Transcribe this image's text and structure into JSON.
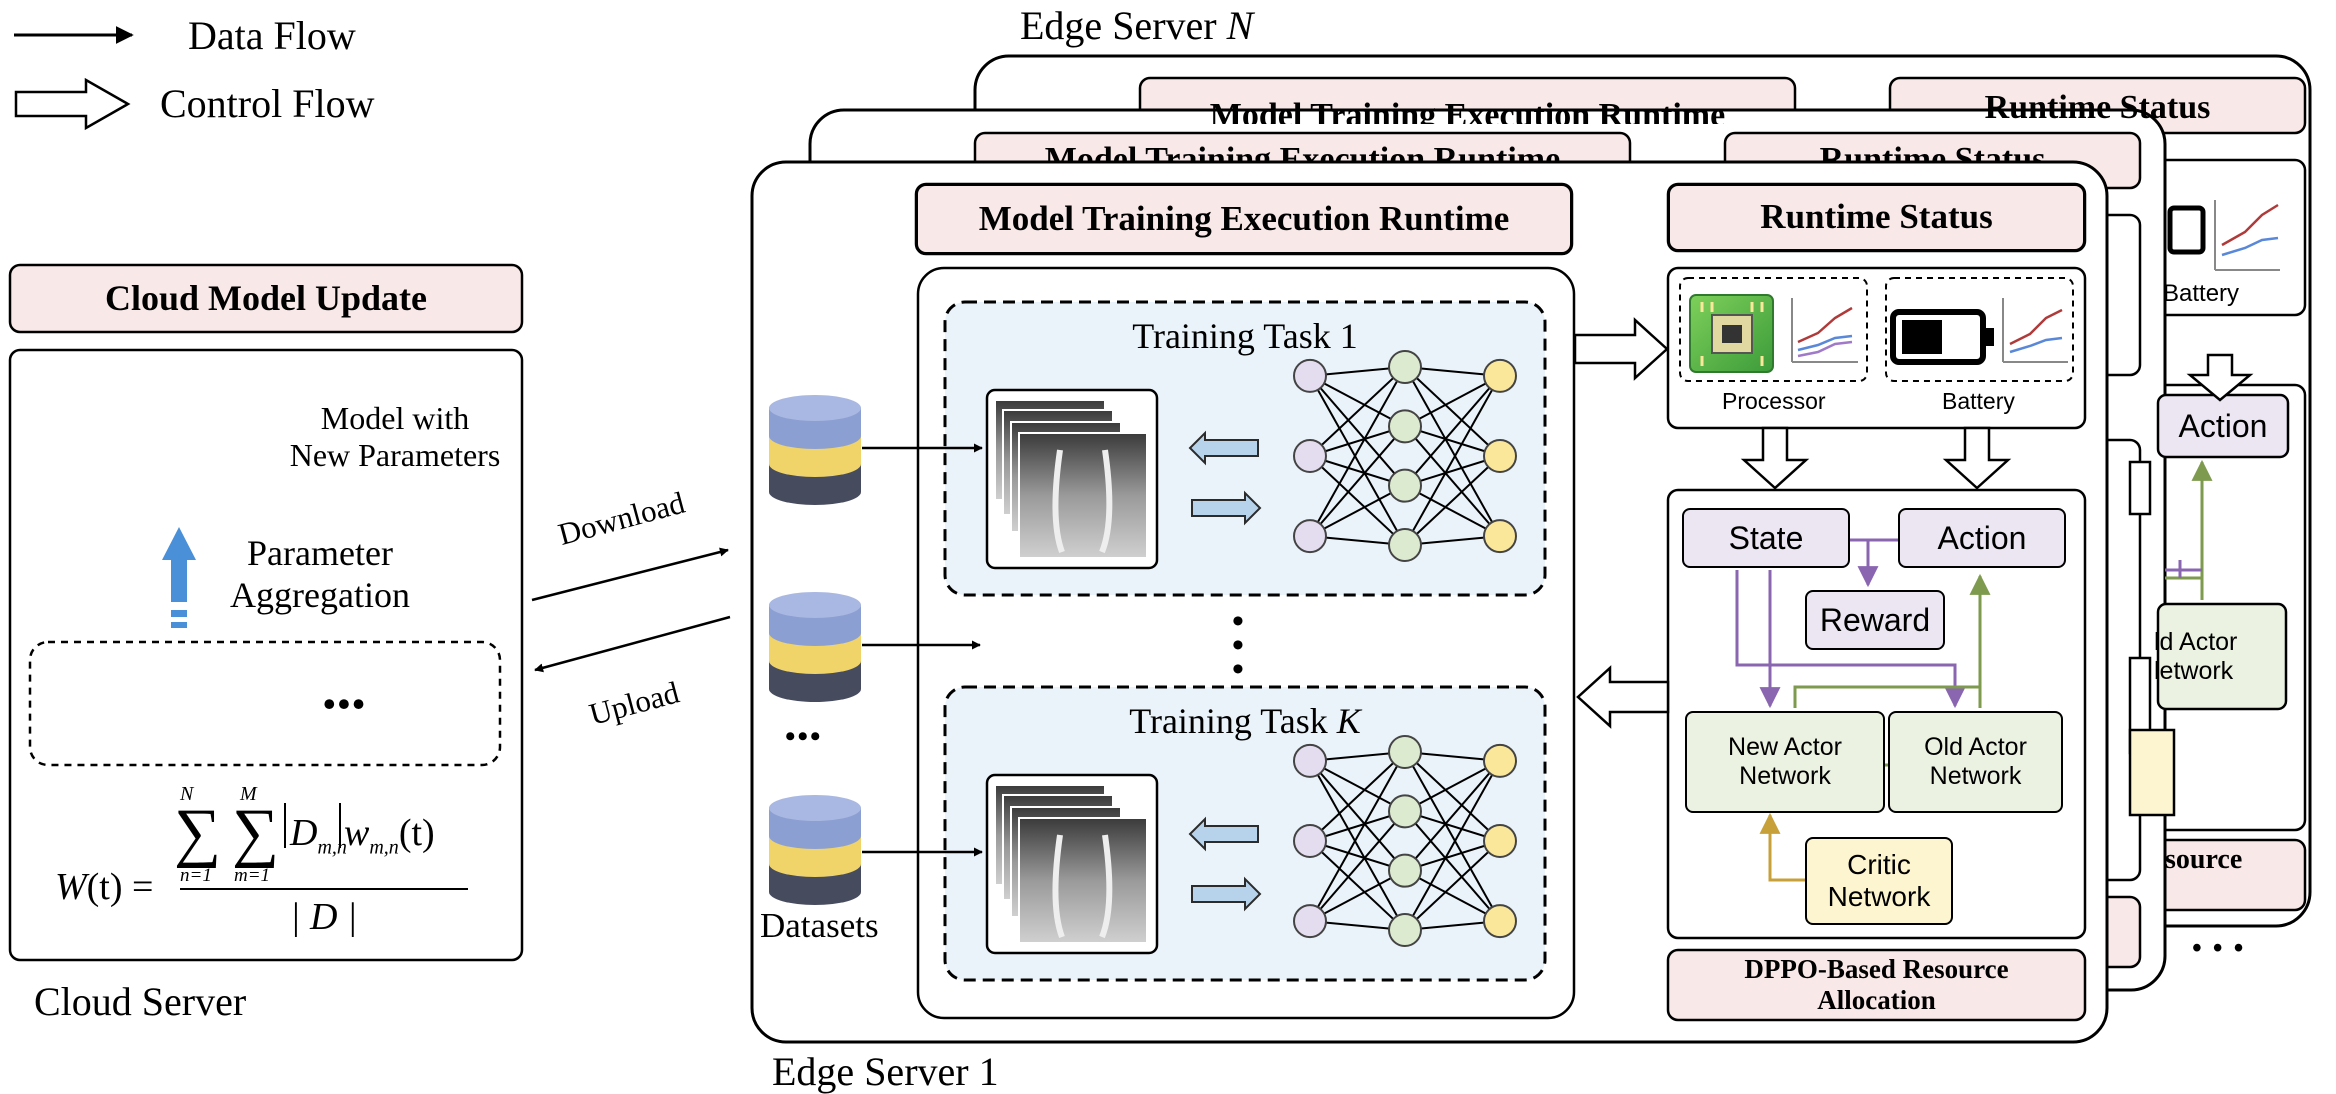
{
  "legend": {
    "data_flow": "Data Flow",
    "control_flow": "Control Flow"
  },
  "back_servers": {
    "server_n_title": "Edge Server",
    "server_n_var": "N",
    "back_runtime_label": "Model Training Execution Runtime",
    "back_status_label": "Runtime Status",
    "back_battery": "Battery",
    "back_action": "Action",
    "back_old_actor": "ld Actor",
    "back_network": "letwork",
    "back_resource": "source",
    "ellipsis": "• • •"
  },
  "cloud": {
    "header": "Cloud Model Update",
    "model_caption_line1": "Model with",
    "model_caption_line2": "New Parameters",
    "aggregation_line1": "Parameter",
    "aggregation_line2": "Aggregation",
    "ellipsis": "•••",
    "formula": {
      "lhs": "W",
      "time": "(t)",
      "eq": "=",
      "sum_upper_1": "N",
      "sum_lower_1": "n=1",
      "sum_upper_2": "M",
      "sum_lower_2": "m=1",
      "sigma": "∑",
      "data_term": "D",
      "data_sub": "m,n",
      "weight_term": "w",
      "weight_sub": "m,n",
      "denominator": "| D |"
    },
    "server_label": "Cloud Server"
  },
  "links": {
    "download": "Download",
    "upload": "Upload"
  },
  "edge": {
    "title": "Edge Server 1",
    "datasets_label": "Datasets",
    "datasets_ellipsis": "•••",
    "runtime_header": "Model Training Execution Runtime",
    "task_1": "Training Task 1",
    "task_k_prefix": "Training Task",
    "task_k_var": "K",
    "vertical_ellipsis": "•\n•\n•",
    "status_header": "Runtime Status",
    "processor_label": "Processor",
    "battery_label": "Battery",
    "dppo": {
      "state": "State",
      "action": "Action",
      "reward": "Reward",
      "new_actor_line1": "New Actor",
      "new_actor_line2": "Network",
      "old_actor_line1": "Old Actor",
      "old_actor_line2": "Network",
      "critic_line1": "Critic",
      "critic_line2": "Network",
      "footer_line1": "DPPO-Based Resource",
      "footer_line2": "Allocation"
    }
  },
  "colors": {
    "header_fill": "#f8e8e8",
    "task_fill": "#eaf3fa",
    "state_fill": "#ebe6f2",
    "actor_fill": "#ebf2e2",
    "critic_fill": "#fdf5cf",
    "purple_arrow": "#8a65b0",
    "green_arrow": "#7d9a4e",
    "gold_arrow": "#c7a03a",
    "blue_arrow": "#4a90d9",
    "db_top": "#8c9fd2",
    "db_mid": "#f0d46a",
    "db_bottom": "#474b5e",
    "node_purple": "#e4dcef",
    "node_green": "#dcebcf",
    "node_yellow": "#fbe79a"
  }
}
